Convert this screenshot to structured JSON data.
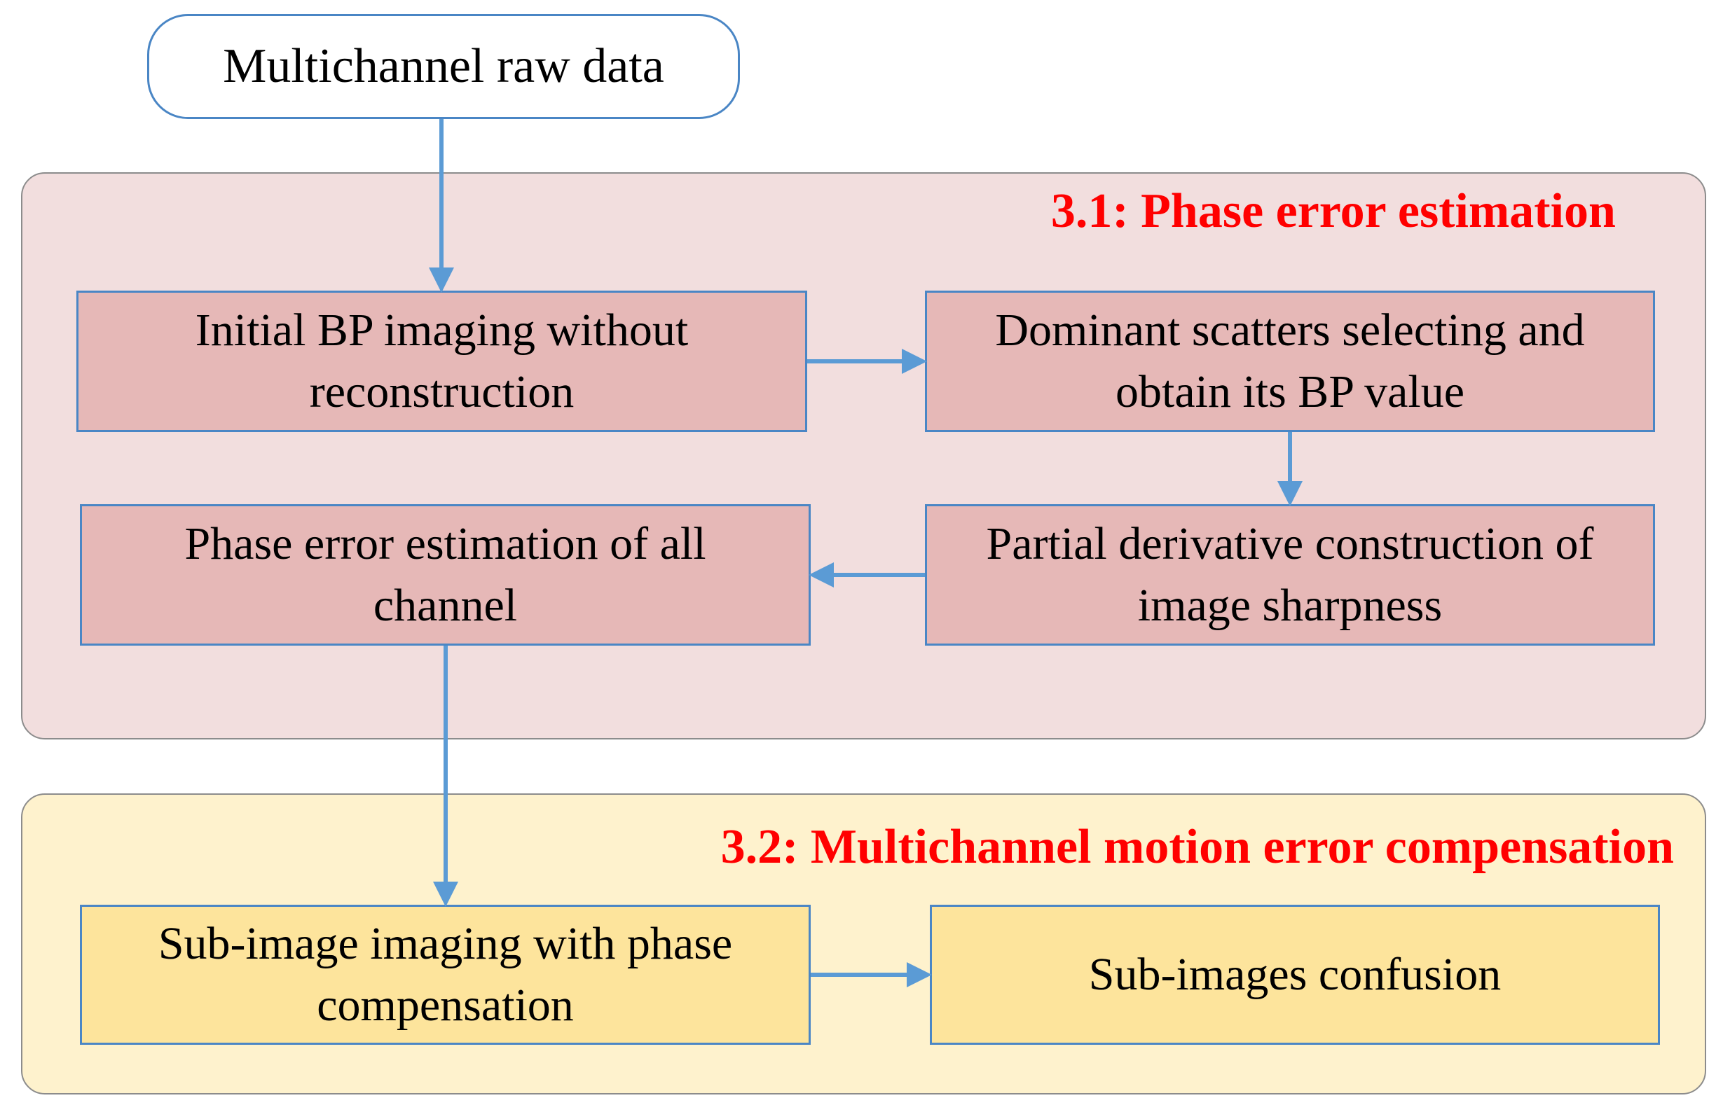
{
  "start": {
    "label": "Multichannel raw data"
  },
  "sections": [
    {
      "title": "3.1: Phase error estimation",
      "steps": [
        {
          "line1": "Initial BP imaging without",
          "line2": "reconstruction"
        },
        {
          "line1": "Dominant scatters selecting and",
          "line2": "obtain its BP value"
        },
        {
          "line1": "Partial derivative construction of",
          "line2": "image sharpness"
        },
        {
          "line1": "Phase error estimation of all",
          "line2": "channel"
        }
      ]
    },
    {
      "title": "3.2: Multichannel motion error compensation",
      "steps": [
        {
          "line1": "Sub-image imaging with phase",
          "line2": "compensation"
        },
        {
          "line1": "Sub-images confusion"
        }
      ]
    }
  ],
  "colors": {
    "arrow": "#5b9bd5",
    "box_border": "#4a86c5",
    "section_title": "#ff0000",
    "panel_1_fill": "#f2dede",
    "panel_2_fill": "#fef2cd",
    "step_1_fill": "#e6b8b7",
    "step_2_fill": "#fde49c"
  }
}
